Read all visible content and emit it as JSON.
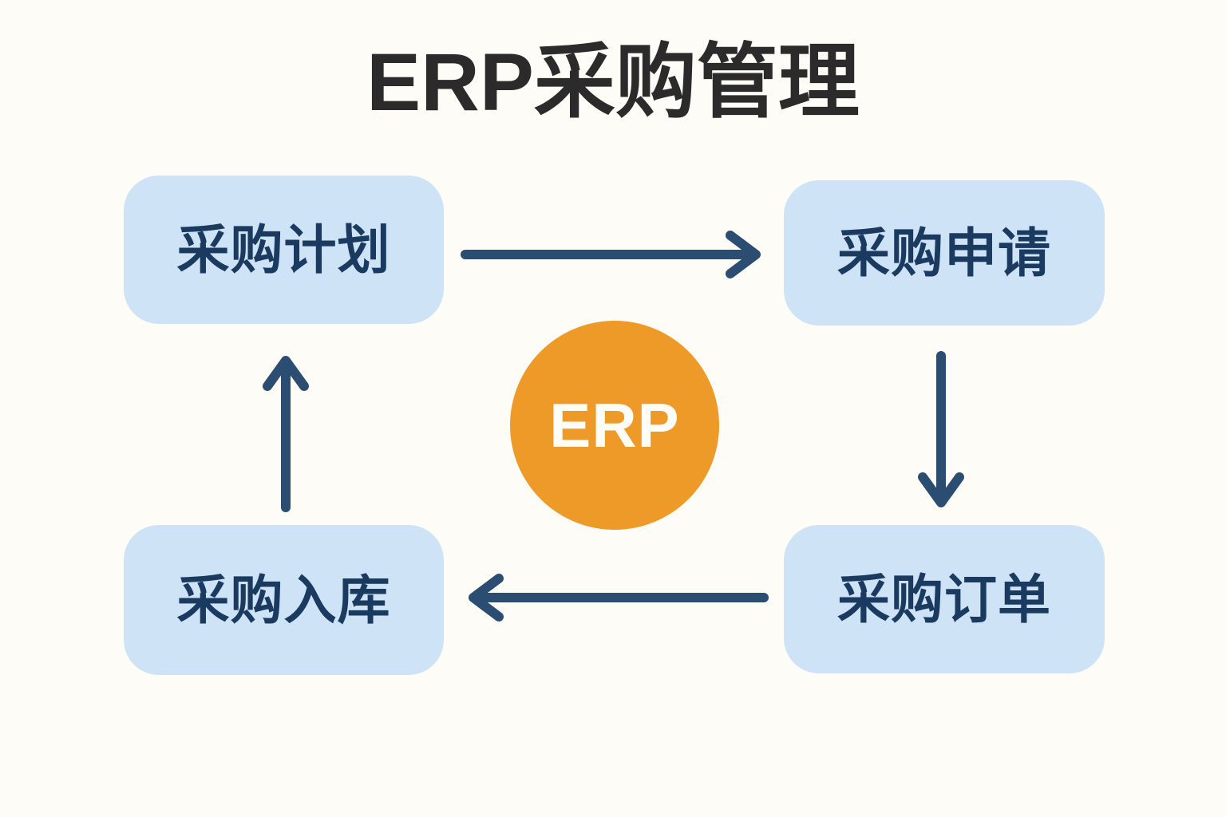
{
  "page": {
    "title": "ERP采购管理",
    "background_color": "#fdfcf7"
  },
  "colors": {
    "title_text": "#2b2b2b",
    "box_fill": "#cfe3f7",
    "box_text": "#1b3a60",
    "arrow": "#2c4d72",
    "circle_fill": "#ed9a28",
    "circle_text": "#fdfcf7"
  },
  "center": {
    "label": "ERP",
    "shape": "circle"
  },
  "stages": [
    {
      "id": "plan",
      "label": "采购计划",
      "position": "top-left"
    },
    {
      "id": "request",
      "label": "采购申请",
      "position": "top-right"
    },
    {
      "id": "order",
      "label": "采购订单",
      "position": "bottom-right"
    },
    {
      "id": "receipt",
      "label": "采购入库",
      "position": "bottom-left"
    }
  ],
  "arrows": [
    {
      "id": "plan-to-request",
      "direction": "right",
      "from": "采购计划",
      "to": "采购申请"
    },
    {
      "id": "request-to-order",
      "direction": "down",
      "from": "采购申请",
      "to": "采购订单"
    },
    {
      "id": "order-to-receipt",
      "direction": "left",
      "from": "采购订单",
      "to": "采购入库"
    },
    {
      "id": "receipt-to-plan",
      "direction": "up",
      "from": "采购入库",
      "to": "采购计划"
    }
  ]
}
